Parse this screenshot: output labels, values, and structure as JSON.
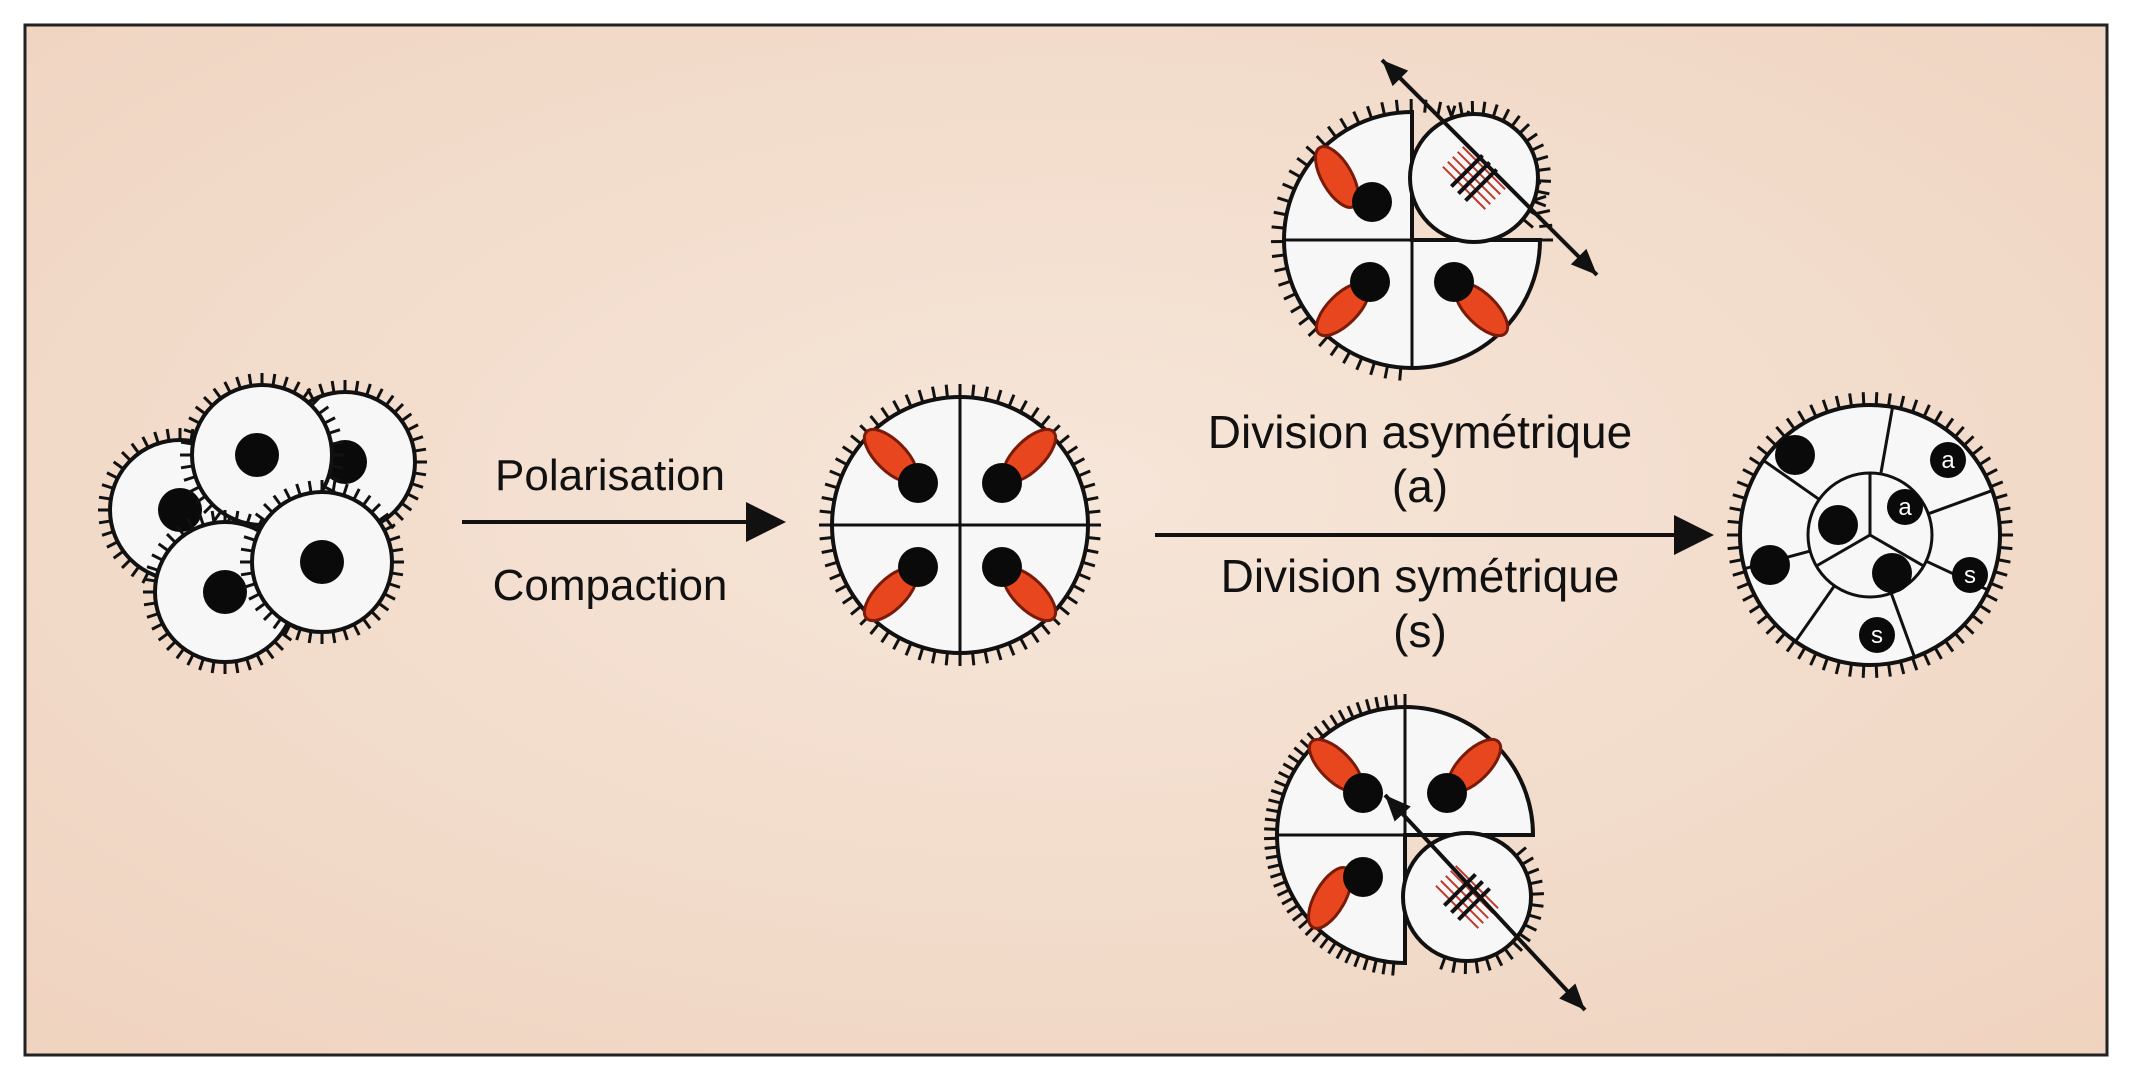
{
  "labels": {
    "polarisation": "Polarisation",
    "compaction": "Compaction",
    "division_asym": "Division asymétrique",
    "division_asym_code": "(a)",
    "division_sym": "Division symétrique",
    "division_sym_code": "(s)",
    "cell_a": "a",
    "cell_s": "s"
  },
  "colors": {
    "background": "#f2dccd",
    "cell_fill": "#f7f7f7",
    "outline": "#111111",
    "cap_fill": "#e8461f",
    "cap_stroke": "#7a1a08",
    "spindle": "#c0392b"
  }
}
